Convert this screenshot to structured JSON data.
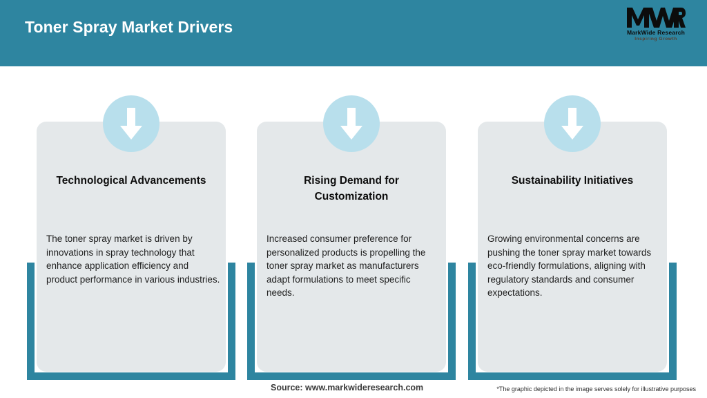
{
  "header": {
    "title": "Toner Spray Market Drivers",
    "background_color": "#2e85a0",
    "logo": {
      "mark": "MWR",
      "name": "MarkWide Research",
      "tagline": "Inspiring Growth"
    }
  },
  "theme": {
    "teal": "#2e85a0",
    "card_background": "#e4e8ea",
    "icon_circle": "#b8dfec",
    "page_background": "#ffffff"
  },
  "drivers": [
    {
      "icon": "down-arrow-icon",
      "title": "Technological Advancements",
      "body": "The toner spray market is driven by innovations in spray technology that enhance application efficiency and product performance in various industries."
    },
    {
      "icon": "down-arrow-icon",
      "title": "Rising Demand for Customization",
      "body": "Increased consumer preference for personalized products is propelling the toner spray market as manufacturers adapt formulations to meet specific needs."
    },
    {
      "icon": "down-arrow-icon",
      "title": "Sustainability Initiatives",
      "body": "Growing environmental concerns are pushing the toner spray market towards eco-friendly formulations, aligning with regulatory standards and consumer expectations."
    }
  ],
  "footer": {
    "source": "Source: www.markwideresearch.com",
    "disclaimer": "*The graphic depicted in the image serves solely for illustrative purposes"
  }
}
